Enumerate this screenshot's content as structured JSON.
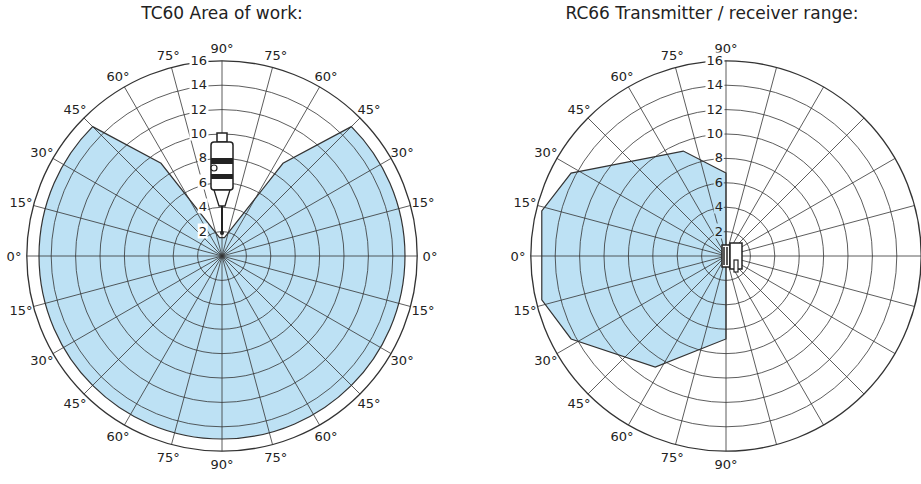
{
  "diagram": {
    "labels": [
      "TC60 Area of work:",
      "RC66 Transmitter / receiver range:",
      "90°",
      "75°",
      "75°",
      "60°",
      "60°",
      "45°",
      "45°",
      "30°",
      "30°",
      "15°",
      "15°",
      "0°",
      "0°",
      "15°",
      "15°",
      "30°",
      "30°",
      "45°",
      "45°",
      "60°",
      "60°",
      "75°",
      "90°",
      "75°",
      "2",
      "4",
      "6",
      "8",
      "10",
      "12",
      "14",
      "16",
      "90°",
      "75°",
      "60°",
      "45°",
      "30°",
      "15°",
      "0°",
      "15°",
      "30°",
      "45°",
      "60°",
      "75°",
      "90°",
      "2",
      "4",
      "6",
      "8",
      "10",
      "12",
      "14",
      "16"
    ]
  }
}
